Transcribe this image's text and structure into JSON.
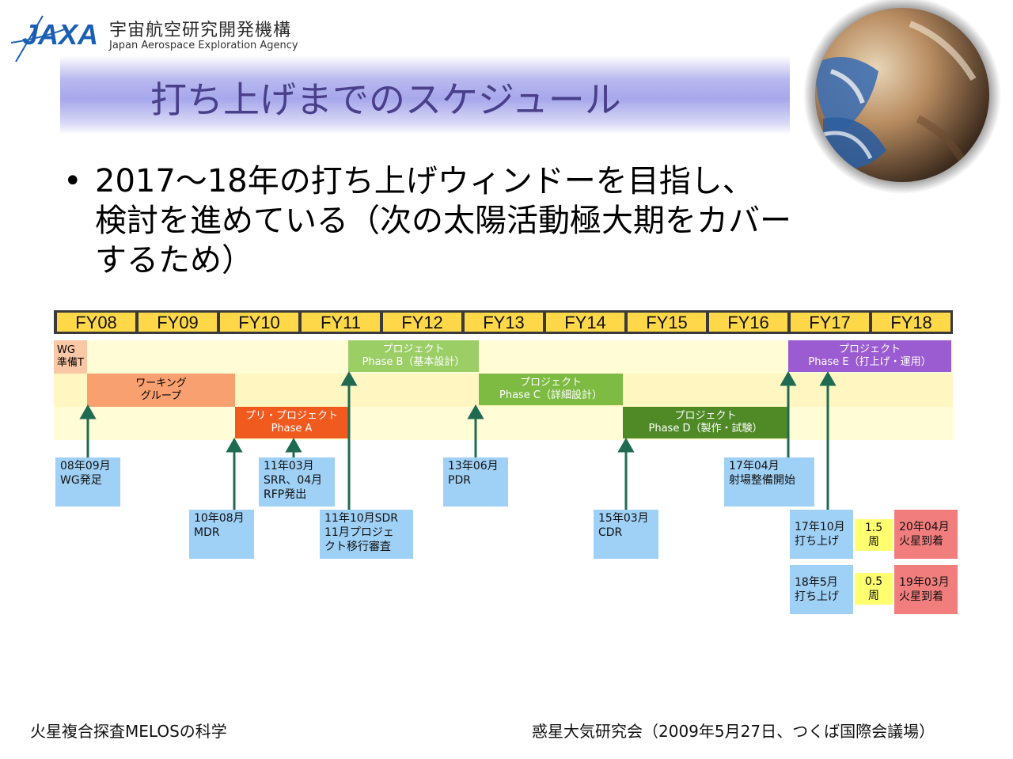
{
  "header": {
    "logo_text": "JAXA",
    "org_name_jp": "宇宙航空研究開発機構",
    "org_name_en": "Japan Aerospace Exploration Agency"
  },
  "slide": {
    "title": "打ち上げまでのスケジュール",
    "bullet": {
      "line1": "2017～18年の打ち上げウィンドーを目指し、",
      "line2": "検討を進めている（次の太陽活動極大期をカバー",
      "line3": "するため）"
    }
  },
  "schedule": {
    "fiscal_years": [
      "FY08",
      "FY09",
      "FY10",
      "FY11",
      "FY12",
      "FY13",
      "FY14",
      "FY15",
      "FY16",
      "FY17",
      "FY18"
    ],
    "phases": {
      "wg_prep": [
        "WG",
        "準備T"
      ],
      "working_group": [
        "ワーキング",
        "グループ"
      ],
      "pre_project": [
        "プリ・プロジェクト",
        "Phase A"
      ],
      "phase_b": [
        "プロジェクト",
        "Phase B（基本設計）"
      ],
      "phase_c": [
        "プロジェクト",
        "Phase C（詳細設計）"
      ],
      "phase_d": [
        "プロジェクト",
        "Phase D（製作・試験）"
      ],
      "phase_e": [
        "プロジェクト",
        "Phase E（打上げ・運用）"
      ]
    },
    "milestones": {
      "wg_start": [
        "08年09月",
        "WG発足"
      ],
      "mdr": [
        "10年08月",
        "MDR"
      ],
      "srr": [
        "11年03月",
        "SRR、04月",
        "RFP発出"
      ],
      "sdr": [
        "11年10月SDR",
        "11月プロジェ",
        "クト移行審査"
      ],
      "pdr": [
        "13年06月",
        "PDR"
      ],
      "cdr": [
        "15年03月",
        "CDR"
      ],
      "range_prep": [
        "17年04月",
        "射場整備開始"
      ],
      "launch_fy17": [
        "17年10月",
        "打ち上げ"
      ],
      "launch_fy18": [
        "18年5月",
        "打ち上げ"
      ]
    },
    "cruise": {
      "fy17_orbits": "1.5周",
      "fy18_orbits": "0.5周"
    },
    "arrivals": {
      "fy17": [
        "20年04月",
        "火星到着"
      ],
      "fy18": [
        "19年03月",
        "火星到着"
      ]
    },
    "colors": {
      "fy_cell": "#ffd84a",
      "wg_prep": "#fbc8a6",
      "working_group": "#f9a070",
      "pre_project": "#f05a1e",
      "phase_b": "#9bcf66",
      "phase_c": "#7dbb42",
      "phase_d": "#4f8a26",
      "phase_e": "#9a5cd0",
      "milestone": "#9fd0f5",
      "arrival": "#f27d7d",
      "cruise": "#ffff70",
      "arrow": "#1f6b52"
    }
  },
  "footer": {
    "left": "火星複合探査MELOSの科学",
    "right": "惑星大気研究会（2009年5月27日、つくば国際会議場）"
  }
}
